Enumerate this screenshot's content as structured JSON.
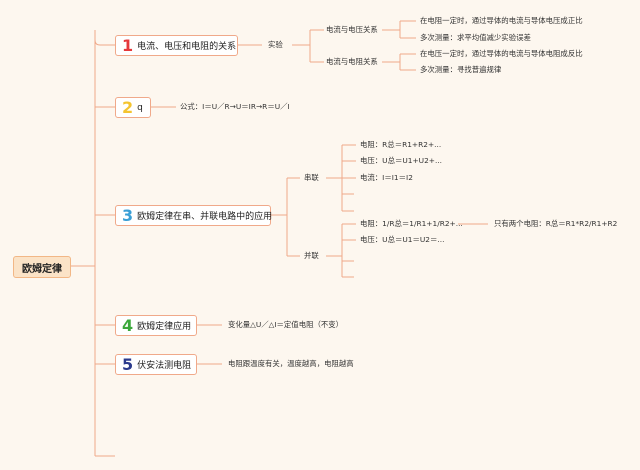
{
  "root": "欧姆定律",
  "branches": [
    {
      "num": "1",
      "color": "#E5383B",
      "label": "电流、电压和电阻的关系"
    },
    {
      "num": "2",
      "color": "#F4C430",
      "label": "q"
    },
    {
      "num": "3",
      "color": "#3A9FD6",
      "label": "欧姆定律在串、并联电路中的应用"
    },
    {
      "num": "4",
      "color": "#3BA83B",
      "label": "欧姆定律应用"
    },
    {
      "num": "5",
      "color": "#2B3A8C",
      "label": "伏安法测电阻"
    }
  ],
  "b1": {
    "child": "实验",
    "sub1": {
      "label": "电流与电压关系",
      "items": [
        "在电阻一定时，通过导体的电流与导体电压成正比",
        "多次测量：求平均值减少实验误差"
      ]
    },
    "sub2": {
      "label": "电流与电阻关系",
      "items": [
        "在电压一定时，通过导体的电流与导体电阻成反比",
        "多次测量：寻找普遍规律"
      ]
    }
  },
  "b2": {
    "formula": "公式：I＝U／R→U＝IR→R＝U／I"
  },
  "b3": {
    "series": {
      "label": "串联",
      "items": [
        "电阻：R总＝R1+R2+...",
        "电压：U总＝U1+U2+...",
        "电流：I＝I1＝I2"
      ]
    },
    "parallel": {
      "label": "并联",
      "items": [
        "电阻：1/R总＝1/R1+1/R2+...",
        "电压：U总＝U1＝U2＝..."
      ],
      "note": "只有两个电阻：R总＝R1*R2/R1+R2"
    }
  },
  "b4": {
    "child": "变化量△U／△I＝定值电阻（不变）"
  },
  "b5": {
    "child": "电阻跟温度有关，温度越高，电阻越高"
  }
}
